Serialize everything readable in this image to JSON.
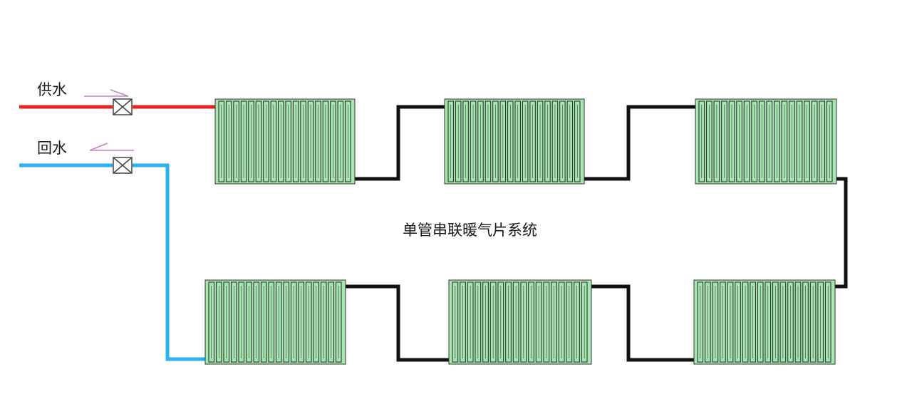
{
  "labels": {
    "supply": "供水",
    "return": "回水",
    "title": "单管串联暖气片系统"
  },
  "colors": {
    "supply_pipe": "#e8231f",
    "return_pipe": "#27b3ec",
    "series_pipe": "#111111",
    "radiator_fill": "#a6e6b0",
    "radiator_stroke": "#333333",
    "flow_arrow": "#c77fc9",
    "valve": "#444444"
  },
  "radiator_count": 6
}
